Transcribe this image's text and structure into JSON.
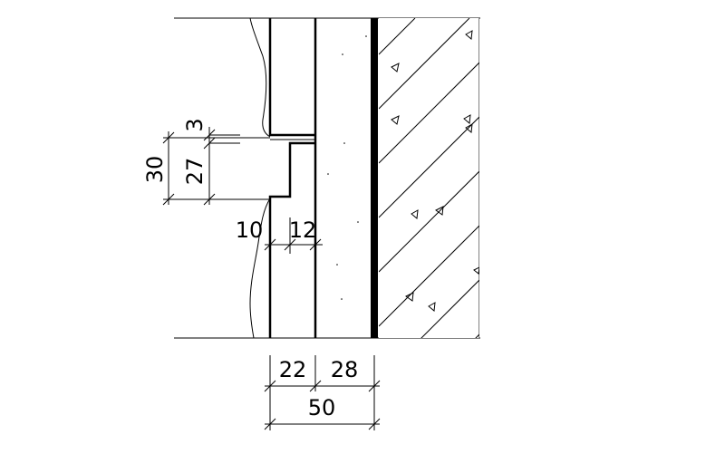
{
  "colors": {
    "line": "#000000",
    "background": "#ffffff"
  },
  "dimensions": {
    "joint_total": "30",
    "joint_inner": "27",
    "gap": "3",
    "step_depth": "10",
    "tongue_depth": "12",
    "layer_a": "22",
    "layer_b": "28",
    "total_thickness": "50"
  }
}
